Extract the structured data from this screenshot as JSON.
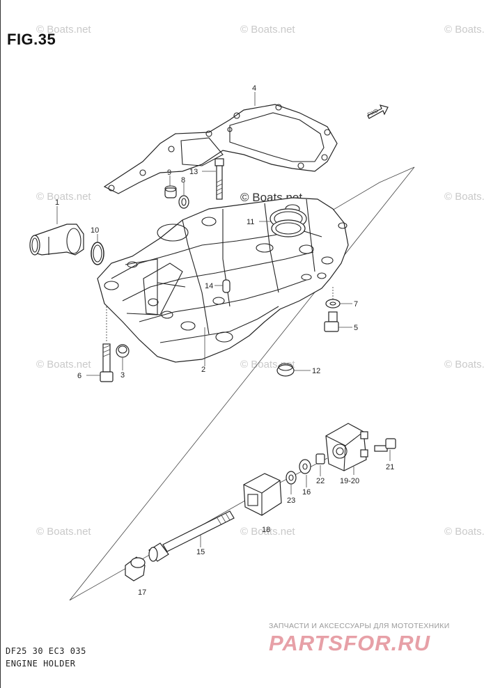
{
  "figure_title": "FIG.35",
  "drawing_code": "DF25 30 EC3  035",
  "caption": "ENGINE HOLDER",
  "watermark": "© Boats.net",
  "shop_tagline": "ЗАПЧАСТИ И АКСЕССУАРЫ ДЛЯ МОТОТЕХНИКИ",
  "shop_logo": "PARTSFOR.RU",
  "fwd_marker": "FWD",
  "parts": [
    {
      "id": "p1",
      "label": "1"
    },
    {
      "id": "p2",
      "label": "2"
    },
    {
      "id": "p3",
      "label": "3"
    },
    {
      "id": "p4",
      "label": "4"
    },
    {
      "id": "p5",
      "label": "5"
    },
    {
      "id": "p6",
      "label": "6"
    },
    {
      "id": "p7",
      "label": "7"
    },
    {
      "id": "p8",
      "label": "8"
    },
    {
      "id": "p9",
      "label": "9"
    },
    {
      "id": "p10",
      "label": "10"
    },
    {
      "id": "p11",
      "label": "11"
    },
    {
      "id": "p12",
      "label": "12"
    },
    {
      "id": "p13",
      "label": "13"
    },
    {
      "id": "p14",
      "label": "14"
    },
    {
      "id": "p15",
      "label": "15"
    },
    {
      "id": "p16",
      "label": "16"
    },
    {
      "id": "p17",
      "label": "17"
    },
    {
      "id": "p18",
      "label": "18"
    },
    {
      "id": "p19",
      "label": "19-20"
    },
    {
      "id": "p21",
      "label": "21"
    },
    {
      "id": "p22",
      "label": "22"
    },
    {
      "id": "p23",
      "label": "23"
    }
  ]
}
